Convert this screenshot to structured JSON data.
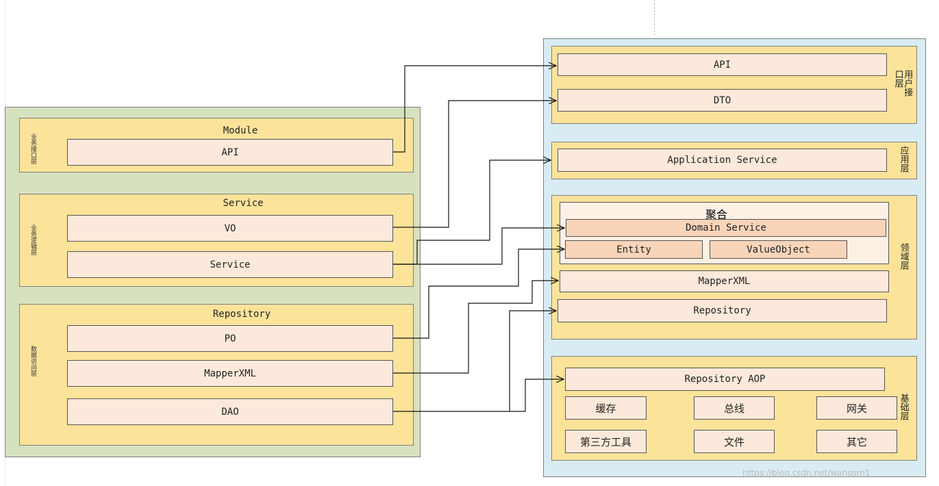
{
  "left": {
    "module_layer": {
      "vertical_label": "业务接口层",
      "title": "Module",
      "items": [
        "API"
      ]
    },
    "service_layer": {
      "vertical_label": "业务逻辑层",
      "title": "Service",
      "items": [
        "VO",
        "Service"
      ]
    },
    "repository_layer": {
      "vertical_label": "数据访问层",
      "title": "Repository",
      "items": [
        "PO",
        "MapperXML",
        "DAO"
      ]
    }
  },
  "right": {
    "user_interface_layer": {
      "label": "用户接口层",
      "items": [
        "API",
        "DTO"
      ]
    },
    "application_layer": {
      "label": "应用层",
      "items": [
        "Application Service"
      ]
    },
    "domain_layer": {
      "label": "领域层",
      "aggregate": {
        "title": "聚合",
        "domain_service": "Domain Service",
        "entity": "Entity",
        "value_object": "ValueObject"
      },
      "items": [
        "MapperXML",
        "Repository"
      ]
    },
    "infrastructure_layer": {
      "label": "基础层",
      "aop": "Repository AOP",
      "items": [
        "缓存",
        "总线",
        "网关",
        "第三方工具",
        "文件",
        "其它"
      ]
    }
  },
  "watermark": "https://blog.csdn.net/wangsm1"
}
